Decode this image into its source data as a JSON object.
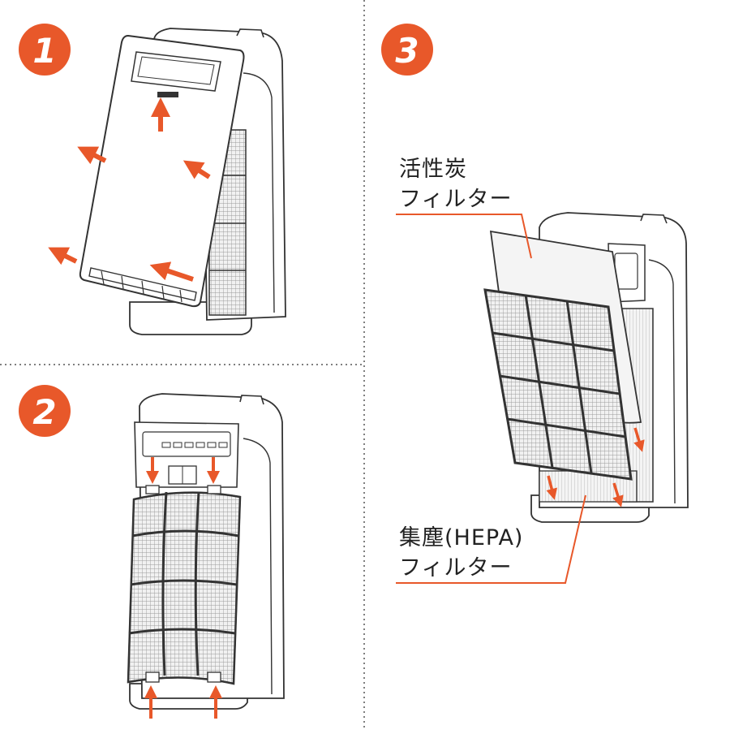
{
  "steps": [
    {
      "number": "1"
    },
    {
      "number": "2"
    },
    {
      "number": "3"
    }
  ],
  "labels": {
    "carbon_filter": {
      "line1": "活性炭",
      "line2": "フィルター"
    },
    "hepa_filter": {
      "line1": "集塵(HEPA)",
      "line2": "フィルター"
    }
  },
  "colors": {
    "accent": "#e8582a",
    "outline": "#333333",
    "mesh": "#8a8a8a",
    "divider": "#555555"
  }
}
